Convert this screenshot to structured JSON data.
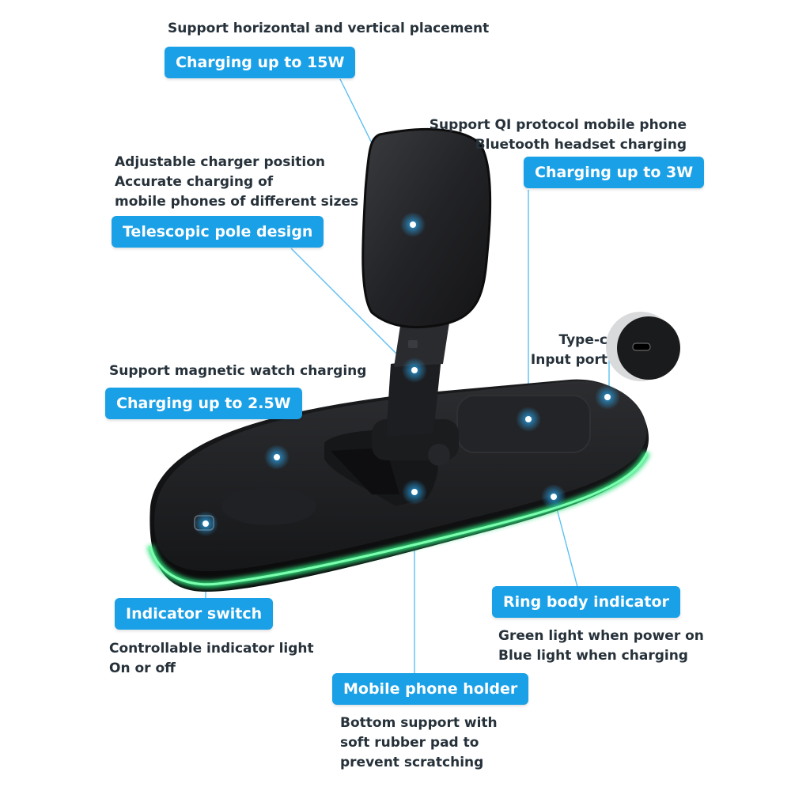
{
  "colors": {
    "accent": "#1aa0e6",
    "ring_light": "#2ee07a",
    "product_body": "#1c1d1f"
  },
  "callouts": {
    "phone": {
      "caption": [
        "Support horizontal and vertical placement"
      ],
      "badge": "Charging up to 15W"
    },
    "earbuds": {
      "caption": [
        "Support QI protocol mobile phone",
        "Bluetooth headset charging"
      ],
      "badge": "Charging up to 3W"
    },
    "pole": {
      "caption": [
        "Adjustable charger position",
        "Accurate charging of",
        "mobile phones of different sizes"
      ],
      "badge": "Telescopic pole design"
    },
    "port": {
      "caption": [
        "Type-c",
        "Input port"
      ]
    },
    "watch": {
      "caption": [
        "Support magnetic watch charging"
      ],
      "badge": "Charging up to 2.5W"
    },
    "switch": {
      "badge": "Indicator switch",
      "caption": [
        "Controllable indicator light",
        "On or off"
      ]
    },
    "ring": {
      "badge": "Ring body indicator",
      "caption": [
        "Green light when power on",
        "Blue light when charging"
      ]
    },
    "holder": {
      "badge": "Mobile phone holder",
      "caption": [
        "Bottom support with",
        "soft rubber pad to",
        "prevent scratching"
      ]
    }
  }
}
